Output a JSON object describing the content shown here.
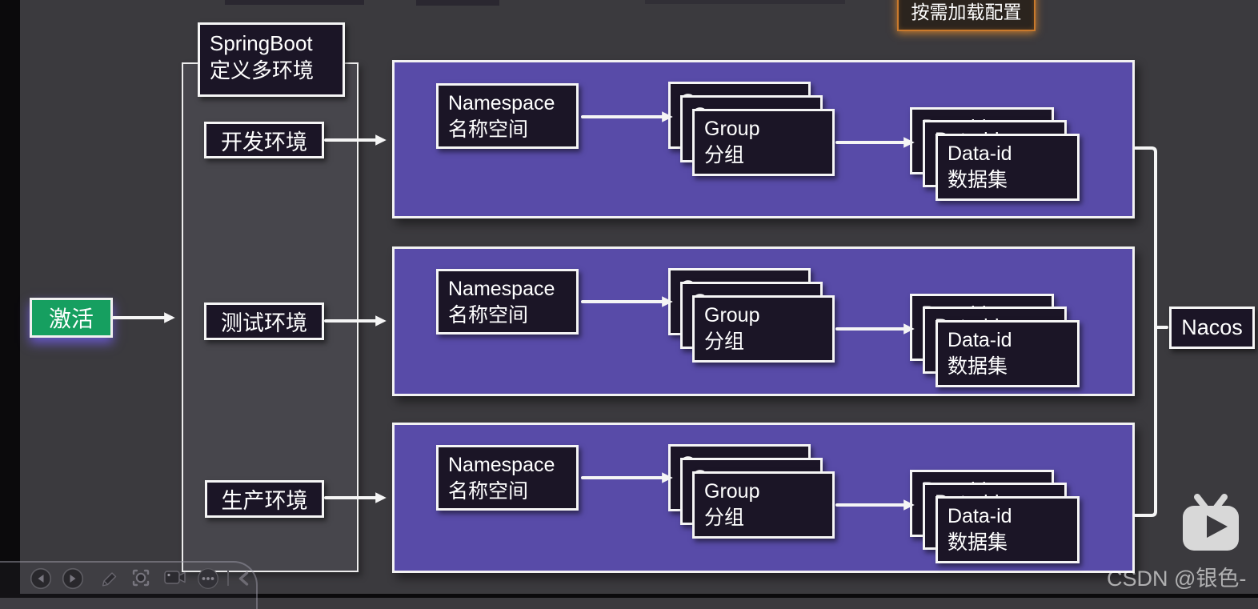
{
  "note_box": {
    "label": "按需加载配置"
  },
  "activate_box": {
    "label": "激活"
  },
  "springboot_box": {
    "line1": "SpringBoot",
    "line2": "定义多环境"
  },
  "environment_boxes": [
    {
      "label": "开发环境"
    },
    {
      "label": "测试环境"
    },
    {
      "label": "生产环境"
    }
  ],
  "panels": [
    {
      "namespace": {
        "en": "Namespace",
        "zh": "名称空间"
      },
      "group": {
        "en": "Group",
        "zh": "分组"
      },
      "data_id": {
        "en": "Data-id",
        "zh": "数据集"
      }
    },
    {
      "namespace": {
        "en": "Namespace",
        "zh": "名称空间"
      },
      "group": {
        "en": "Group",
        "zh": "分组"
      },
      "data_id": {
        "en": "Data-id",
        "zh": "数据集"
      }
    },
    {
      "namespace": {
        "en": "Namespace",
        "zh": "名称空间"
      },
      "group": {
        "en": "Group",
        "zh": "分组"
      },
      "data_id": {
        "en": "Data-id",
        "zh": "数据集"
      }
    }
  ],
  "nacos_box": {
    "label": "Nacos"
  },
  "watermark": {
    "text": "CSDN @银色-"
  },
  "toolbar": {
    "icons": [
      "previous-icon",
      "next-icon",
      "pen-icon",
      "spotlight-icon",
      "camera-icon",
      "more-icon",
      "collapse-icon"
    ]
  },
  "colors": {
    "background": "#3b3a3e",
    "panel_purple": "#584ba8",
    "box_dark": "#1b1526",
    "activate_green": "#169f60",
    "note_orange": "#c9792c",
    "border_white": "#f5f5f5"
  }
}
